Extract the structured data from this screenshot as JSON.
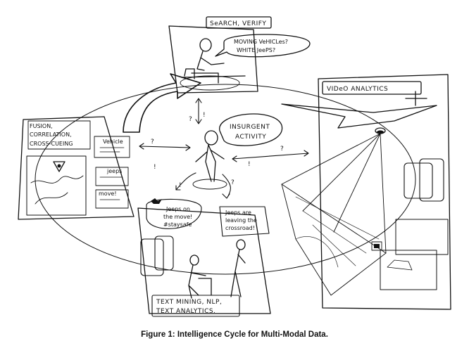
{
  "labels": {
    "search": "SeARCH, VERIFY",
    "speech_line1": "MOVING VeHICLes?",
    "speech_line2": "WHITE JeePS?",
    "insurgent_line1": "INSURGENT",
    "insurgent_line2": "ACTIVITY",
    "fusion_line1": "FUSION,",
    "fusion_line2": "CORRELATION,",
    "fusion_line3": "CROSS-CUEING",
    "vehicle_tag": "Vehicle",
    "jeeps_tag": "jeeps",
    "move_tag": "move!",
    "video": "VIDeO ANALYTICS",
    "tweet_line1": "Jeeps on",
    "tweet_line2": "the move!",
    "tweet_line3": "#staysafe",
    "note_line1": "Jeeps are",
    "note_line2": "leaving the",
    "note_line3": "crossroad!",
    "text_line1": "TEXT MINING, NLP,",
    "text_line2": "TEXT ANALYTICS."
  },
  "marks": {
    "q": "?",
    "ex": "!"
  },
  "caption": "Figure 1: Intelligence Cycle for Multi-Modal Data."
}
